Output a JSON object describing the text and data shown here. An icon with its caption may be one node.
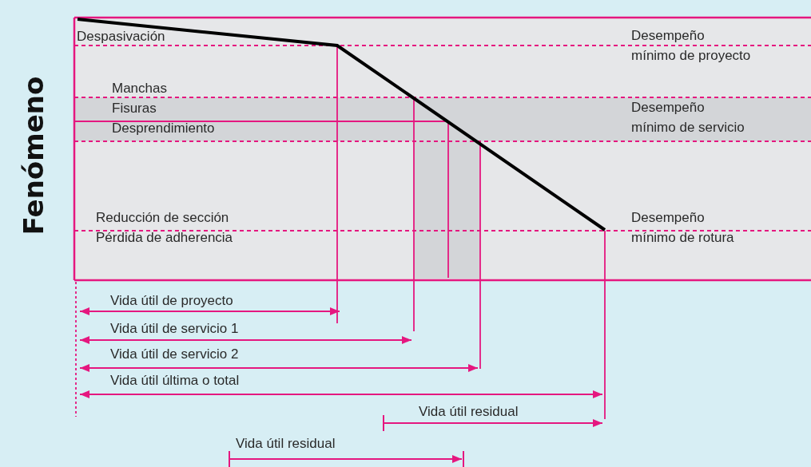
{
  "diagram": {
    "labels": [
      "Fenómeno",
      "Despasivación",
      "Desempeño",
      "mínimo de proyecto",
      "Manchas",
      "Fisuras",
      "Desempeño",
      "Desprendimiento",
      "mínimo de servicio",
      "Reducción de sección",
      "Desempeño",
      "Pérdida de adherencia",
      "mínimo de rotura",
      "Vida útil de proyecto",
      "Vida útil de servicio 1",
      "Vida útil de servicio 2",
      "Vida útil última o total",
      "Vida útil residual",
      "Vida útil residual"
    ]
  }
}
